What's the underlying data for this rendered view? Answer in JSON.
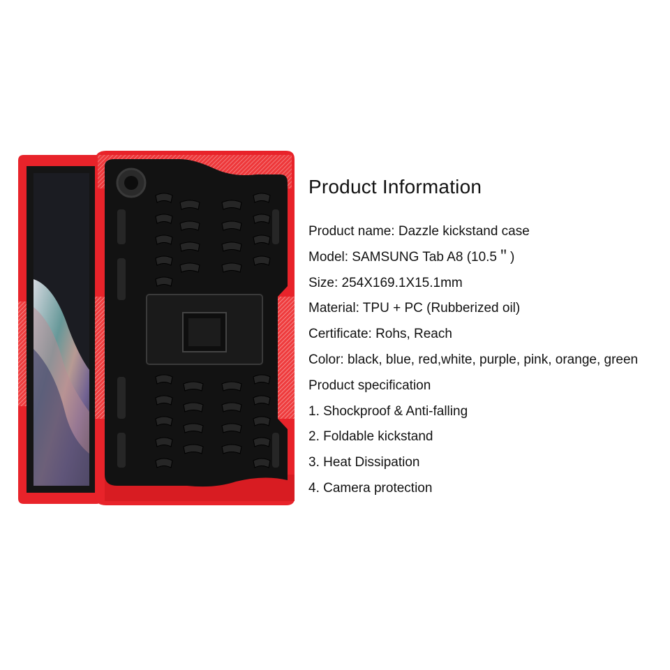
{
  "image": {
    "subject": "tablet-case-kickstand",
    "colors": {
      "accent": "#f0252a",
      "accent_dark": "#c11418",
      "accent_texture": "#f26d6d",
      "shell": "#121212",
      "tread": "#262626",
      "screen": "#1b1c22"
    }
  },
  "info": {
    "title": "Product Information",
    "lines": [
      "Product name: Dazzle kickstand case",
      "Model: SAMSUNG Tab A8 (10.5＂)",
      "Size: 254X169.1X15.1mm",
      "Material: TPU + PC (Rubberized oil)",
      "Certificate: Rohs, Reach",
      "Color: black, blue, red,white, purple, pink, orange, green",
      "Product specification",
      "1. Shockproof & Anti-falling",
      "2. Foldable kickstand",
      "3. Heat Dissipation",
      "4. Camera protection"
    ]
  }
}
